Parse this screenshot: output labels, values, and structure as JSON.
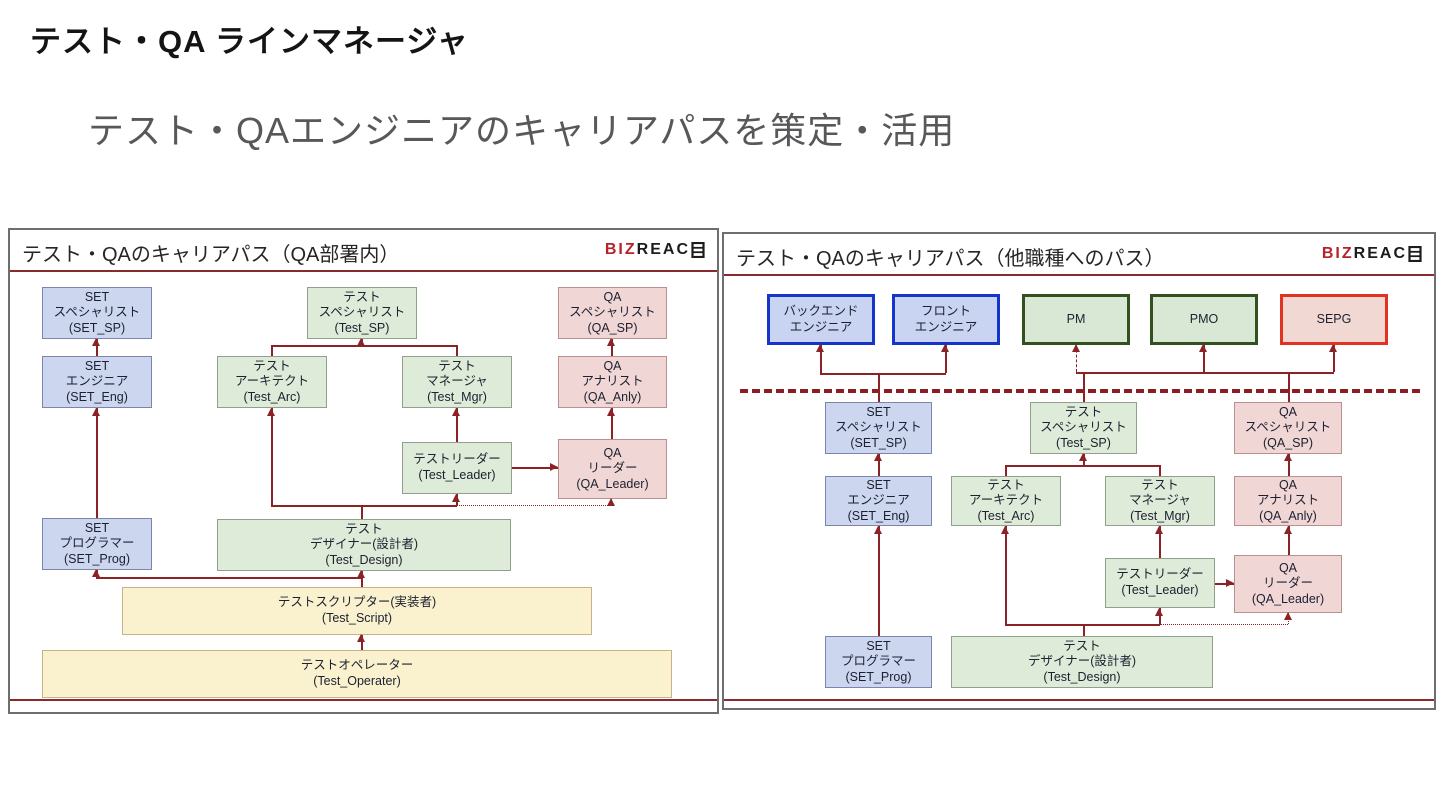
{
  "page": {
    "title": "テスト・QA ラインマネージャ",
    "subtitle": "テスト・QAエンジニアのキャリアパスを策定・活用"
  },
  "brand": {
    "logo_red": "BIZ",
    "logo_black": "REAC",
    "logo_glyph": "stylized-H"
  },
  "panels": {
    "left": {
      "heading": "テスト・QAのキャリアパス（QA部署内）"
    },
    "right": {
      "heading": "テスト・QAのキャリアパス（他職種へのパス）"
    }
  },
  "roles": {
    "set_sp": {
      "label": "SET\nスペシャリスト\n(SET_SP)",
      "color": "blue"
    },
    "test_sp": {
      "label": "テスト\nスペシャリスト\n(Test_SP)",
      "color": "green"
    },
    "qa_sp": {
      "label": "QA\nスペシャリスト\n(QA_SP)",
      "color": "pink"
    },
    "set_eng": {
      "label": "SET\nエンジニア\n(SET_Eng)",
      "color": "blue"
    },
    "test_arc": {
      "label": "テスト\nアーキテクト\n(Test_Arc)",
      "color": "green"
    },
    "test_mgr": {
      "label": "テスト\nマネージャ\n(Test_Mgr)",
      "color": "green"
    },
    "qa_anly": {
      "label": "QA\nアナリスト\n(QA_Anly)",
      "color": "pink"
    },
    "test_leader": {
      "label": "テストリーダー\n(Test_Leader)",
      "color": "green"
    },
    "qa_leader": {
      "label": "QA\nリーダー\n(QA_Leader)",
      "color": "pink"
    },
    "set_prog": {
      "label": "SET\nプログラマー\n(SET_Prog)",
      "color": "blue"
    },
    "test_design": {
      "label": "テスト\nデザイナー(設計者)\n(Test_Design)",
      "color": "green"
    },
    "test_script": {
      "label": "テストスクリプター(実装者)\n(Test_Script)",
      "color": "yellow"
    },
    "test_operater": {
      "label": "テストオペレーター\n(Test_Operater)",
      "color": "yellow"
    },
    "backend_eng": {
      "label": "バックエンド\nエンジニア",
      "color": "blue-bold"
    },
    "front_eng": {
      "label": "フロント\nエンジニア",
      "color": "blue-bold"
    },
    "pm": {
      "label": "PM",
      "color": "green-bold"
    },
    "pmo": {
      "label": "PMO",
      "color": "green-bold"
    },
    "sepg": {
      "label": "SEPG",
      "color": "red-bold"
    }
  },
  "colors": {
    "arrow_maroon": "#8b2326",
    "header_rule": "#8b2a2e",
    "panel_border": "#6e6e6e",
    "blue_fill": "#ccd6ef",
    "green_fill": "#ddebd8",
    "pink_fill": "#f0d6d4",
    "yellow_fill": "#faf1ce",
    "bold_blue_border": "#1434cc",
    "bold_green_border": "#33511f",
    "bold_red_border": "#e23222",
    "logo_red": "#b5232a",
    "title_color": "#141414",
    "subtitle_color": "#58585a"
  }
}
